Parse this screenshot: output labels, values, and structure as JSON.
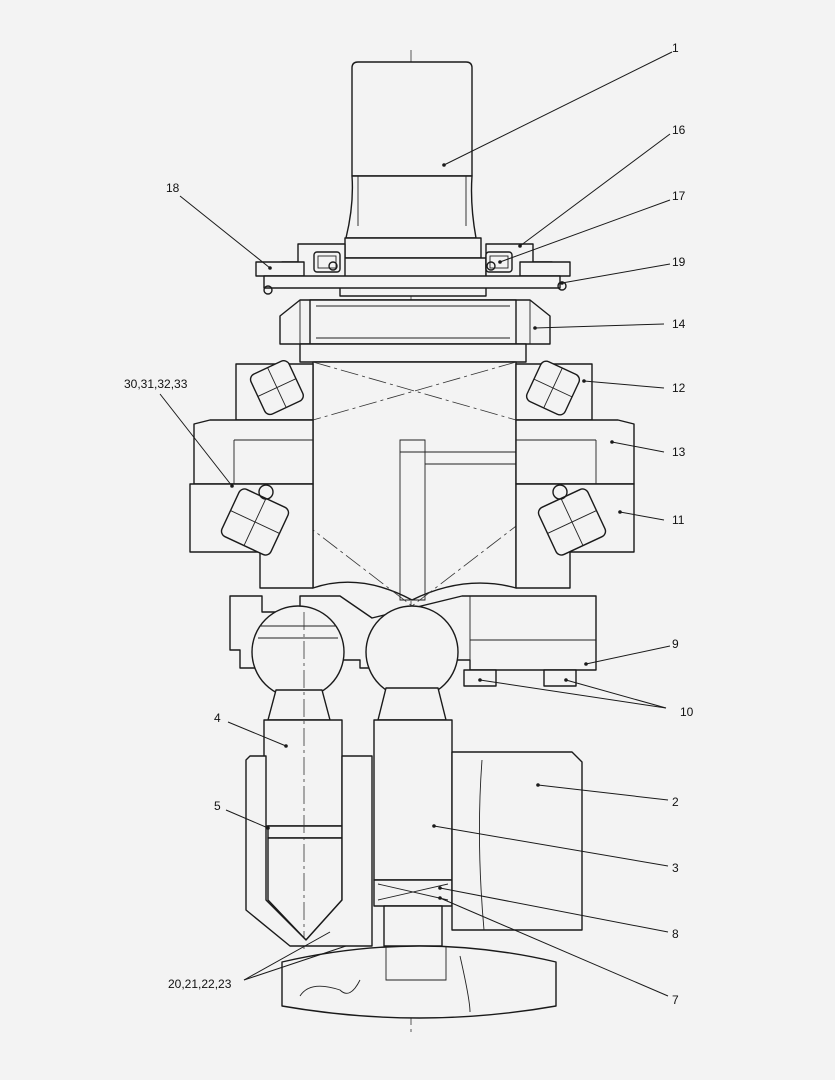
{
  "callouts": [
    {
      "id": "c1",
      "text": "1"
    },
    {
      "id": "c16",
      "text": "16"
    },
    {
      "id": "c17",
      "text": "17"
    },
    {
      "id": "c18",
      "text": "18"
    },
    {
      "id": "c19",
      "text": "19"
    },
    {
      "id": "c14",
      "text": "14"
    },
    {
      "id": "c12",
      "text": "12"
    },
    {
      "id": "c30",
      "text": "30,31,32,33"
    },
    {
      "id": "c13",
      "text": "13"
    },
    {
      "id": "c11",
      "text": "11"
    },
    {
      "id": "c9",
      "text": "9"
    },
    {
      "id": "c10",
      "text": "10"
    },
    {
      "id": "c4",
      "text": "4"
    },
    {
      "id": "c2",
      "text": "2"
    },
    {
      "id": "c5",
      "text": "5"
    },
    {
      "id": "c3",
      "text": "3"
    },
    {
      "id": "c8",
      "text": "8"
    },
    {
      "id": "c20",
      "text": "20,21,22,23"
    },
    {
      "id": "c7",
      "text": "7"
    }
  ]
}
